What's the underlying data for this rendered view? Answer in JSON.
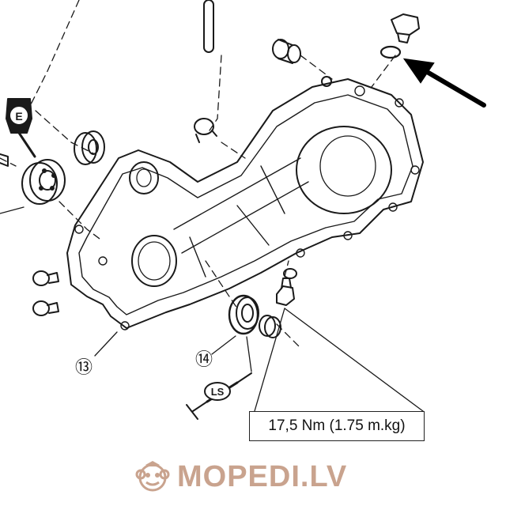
{
  "diagram": {
    "callouts": {
      "part_13": "⑬",
      "part_14": "⑭"
    },
    "badges": {
      "engine_oil": "E",
      "lithium_grease": "LS"
    },
    "torque_spec": "17,5 Nm (1.75 m.kg)"
  },
  "brand": {
    "name": "MOPEDI.LV",
    "logo_icon": "monkey-face-icon",
    "color": "#c9a38e"
  },
  "colors": {
    "line": "#1a1a1a",
    "background": "#ffffff",
    "arrow": "#000000"
  }
}
